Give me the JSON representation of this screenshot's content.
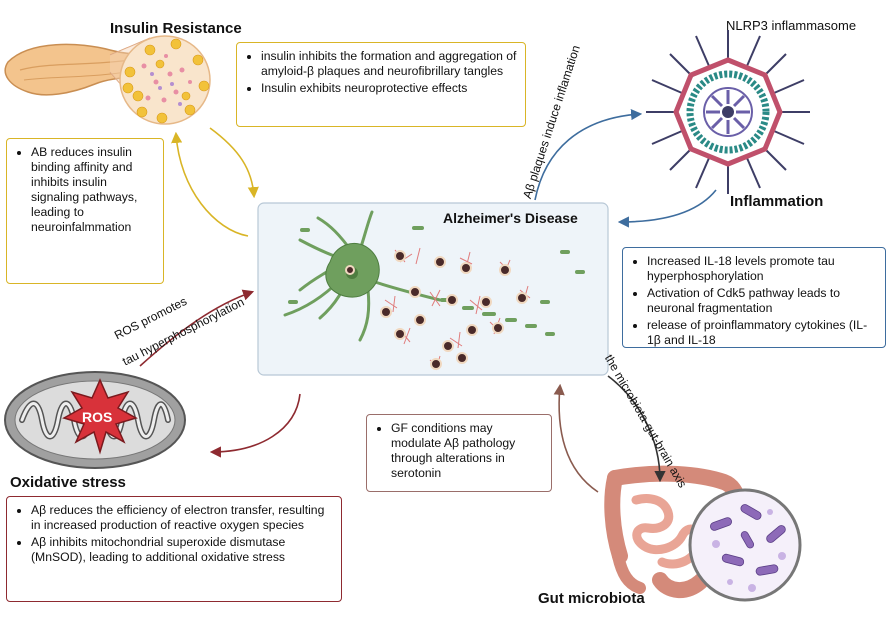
{
  "insulin": {
    "title": "Insulin Resistance",
    "effects_box": [
      "insulin inhibits the formation and aggregation of amyloid-β plaques and neurofibrillary tangles",
      "Insulin exhibits neuroprotective effects"
    ],
    "binding_box": [
      "AB reduces insulin binding affinity and inhibits insulin signaling pathways, leading to neuroinfalmmation"
    ]
  },
  "nlrp3": {
    "label": "NLRP3 inflammasome"
  },
  "inflammation": {
    "title": "Inflammation",
    "arrow_label": "Aβ plaques induce inflamation",
    "box": [
      "Increased IL-18 levels promote tau hyperphosphorylation",
      "Activation of Cdk5 pathway leads to neuronal fragmentation",
      "release of proinflammatory cytokines (IL-1β and IL-18"
    ]
  },
  "center": {
    "title": "Alzheimer's Disease"
  },
  "ros": {
    "badge": "ROS",
    "arrow_label_line1": "ROS promotes",
    "arrow_label_line2": "tau hyperphosphorylation"
  },
  "oxidative": {
    "title": "Oxidative stress",
    "box": [
      "Aβ reduces the efficiency of electron transfer, resulting in increased production of reactive oxygen species",
      "Aβ inhibits mitochondrial superoxide dismutase (MnSOD), leading to additional oxidative stress"
    ]
  },
  "gut": {
    "title": "Gut microbiota",
    "arrow_label": "the microbiota-gut-brain axis",
    "box": [
      "GF conditions may modulate Aβ pathology through alterations in serotonin"
    ]
  },
  "colors": {
    "yellow_border": "#d9b526",
    "blue_border": "#3e6d9e",
    "brown_border": "#9a6e6a",
    "red_border": "#8e2a30",
    "center_fill": "#eef4f9",
    "neuron_green": "#6f9f5e",
    "ros_red": "#d8323a"
  }
}
